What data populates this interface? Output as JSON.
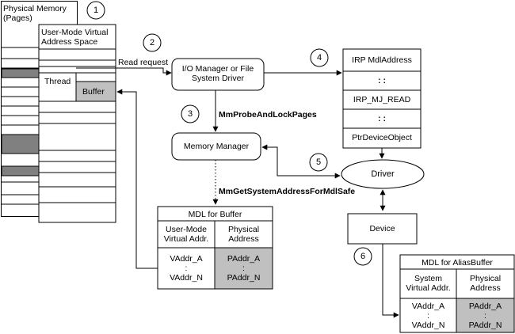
{
  "physical_memory": {
    "line1": "Physical Memory",
    "line2": "(Pages)"
  },
  "user_mode_space": {
    "line1": "User-Mode Virtual",
    "line2": "Address Space"
  },
  "thread_label": "Thread",
  "buffer_label": "Buffer",
  "io_manager": {
    "line1": "I/O Manager or File",
    "line2": "System Driver"
  },
  "read_request_label": "Read request",
  "memory_manager_label": "Memory Manager",
  "driver_label": "Driver",
  "device_label": "Device",
  "mm_probe_label": "MmProbeAndLockPages",
  "mm_getsys_label": "MmGetSystemAddressForMdlSafe",
  "irp": {
    "row1": "IRP MdlAddress",
    "row2": ":        :",
    "row3": "IRP_MJ_READ",
    "row4": ":        :",
    "row5": "PtrDeviceObject"
  },
  "mdl_buffer": {
    "title": "MDL for Buffer",
    "col1_line1": "User-Mode",
    "col1_line2": "Virtual Addr.",
    "col2_line1": "Physical",
    "col2_line2": "Address",
    "v_first": "VAddr_A",
    "v_colon": ":",
    "v_last": "VAddr_N",
    "p_first": "PAddr_A",
    "p_colon": ":",
    "p_last": "PAddr_N"
  },
  "mdl_alias": {
    "title": "MDL for AliasBuffer",
    "col1_line1": "System",
    "col1_line2": "Virtual Addr.",
    "col2_line1": "Physical",
    "col2_line2": "Address",
    "v_first": "VAddr_A",
    "v_colon": ":",
    "v_last": "VAddr_N",
    "p_first": "PAddr_A",
    "p_colon": ":",
    "p_last": "PAddr_N"
  },
  "steps": [
    "1",
    "2",
    "3",
    "4",
    "5",
    "6"
  ],
  "colors": {
    "page_shaded": "#808080",
    "cell_shaded": "#c0c0c0",
    "stroke": "#000000"
  }
}
